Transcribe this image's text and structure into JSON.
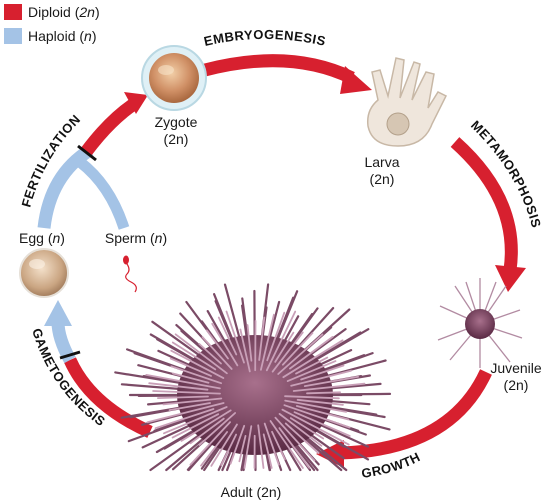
{
  "legend": {
    "diploid": {
      "label": "Diploid (",
      "ploidy": "2n",
      "close": ")",
      "color": "#d7202f"
    },
    "haploid": {
      "label": "Haploid (",
      "ploidy": "n",
      "close": ")",
      "color": "#a4c3e6"
    }
  },
  "stages": {
    "zygote": {
      "name": "Zygote",
      "ploidy": "(2n)"
    },
    "larva": {
      "name": "Larva",
      "ploidy": "(2n)"
    },
    "juvenile": {
      "name": "Juvenile",
      "ploidy": "(2n)"
    },
    "adult": {
      "name": "Adult (2n)"
    },
    "egg": {
      "name": "Egg (",
      "ploidy": "n",
      "close": ")"
    },
    "sperm": {
      "name": "Sperm (",
      "ploidy": "n",
      "close": ")"
    }
  },
  "processes": {
    "embryogenesis": "EMBRYOGENESIS",
    "metamorphosis": "METAMORPHOSIS",
    "growth": "GROWTH",
    "gametogenesis": "GAMETOGENESIS",
    "fertilization": "FERTILIZATION"
  }
}
